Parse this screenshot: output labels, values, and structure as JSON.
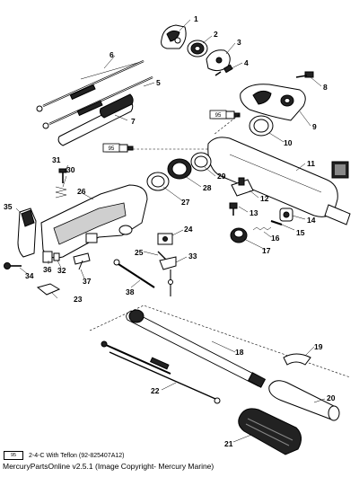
{
  "callouts": [
    "1",
    "2",
    "3",
    "4",
    "5",
    "6",
    "7",
    "8",
    "9",
    "10",
    "11",
    "12",
    "13",
    "14",
    "15",
    "16",
    "17",
    "18",
    "19",
    "20",
    "21",
    "22",
    "23",
    "24",
    "25",
    "26",
    "27",
    "28",
    "29",
    "30",
    "31",
    "32",
    "33",
    "34",
    "35",
    "36",
    "37",
    "38"
  ],
  "sealant_badge": "95",
  "legend": {
    "badge": "95",
    "text": "2-4-C With Teflon (92-825407A12)"
  },
  "copyright": "MercuryPartsOnline v2.5.1 (Image Copyright- Mercury Marine)"
}
